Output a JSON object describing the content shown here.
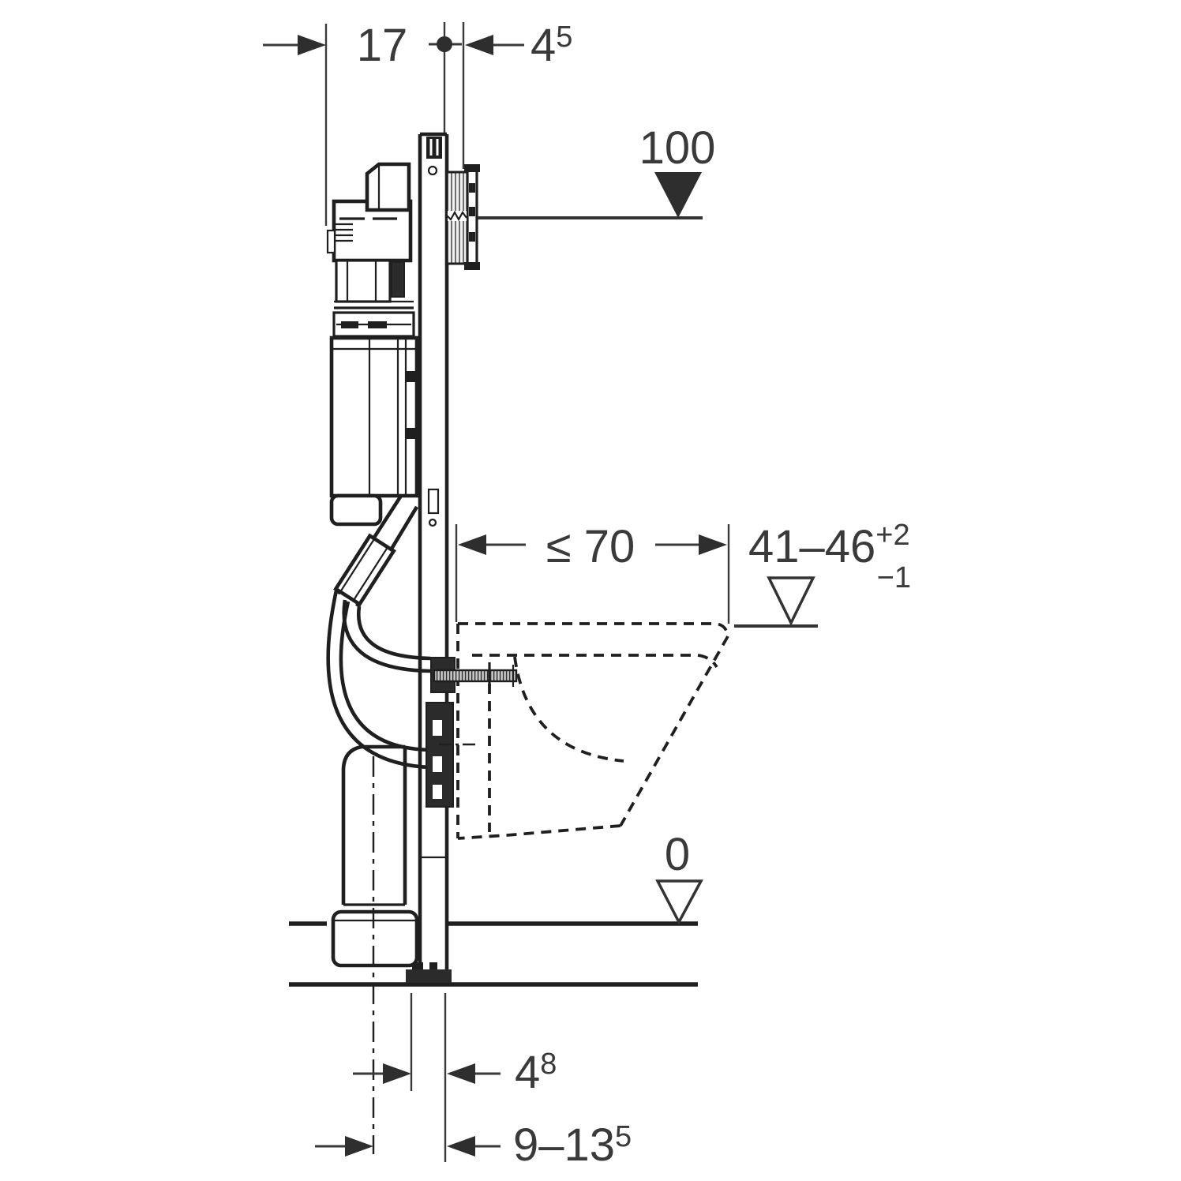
{
  "diagram": {
    "kind": "technical-installation-drawing",
    "subject": "wall-hung WC concealed cistern frame, side section with dimensions",
    "colors": {
      "background": "#ffffff",
      "drawing_line": "#1f1f1f",
      "dimension_line": "#3a3a3a",
      "dimension_text": "#3a3a3a",
      "hatch": "#555555"
    },
    "labels": {
      "dim_17": {
        "base": "17"
      },
      "dim_45": {
        "base": "4",
        "sup": "5"
      },
      "level_100": {
        "base": "100"
      },
      "dim_le_70": {
        "base": "≤ 70"
      },
      "level_41_46": {
        "base": "41–46",
        "sup": "+2",
        "sub": "−1"
      },
      "level_0": {
        "base": "0"
      },
      "dim_48": {
        "base": "4",
        "sup": "8"
      },
      "dim_9_135": {
        "base": "9–13",
        "sup": "5"
      }
    },
    "markers": {
      "filled_triangle": "level marker (filled) at height 100",
      "open_triangle_pan": "level marker (open) at rim height 41–46",
      "open_triangle_floor": "level marker (open) at finished floor 0"
    }
  }
}
